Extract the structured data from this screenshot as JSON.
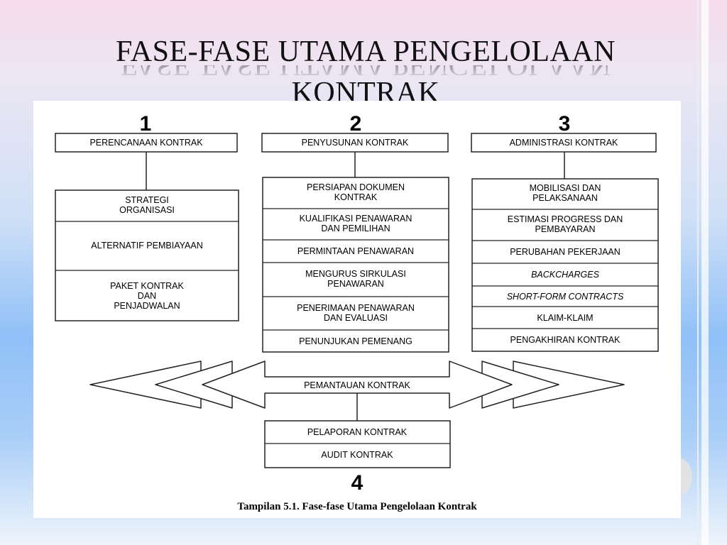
{
  "slide": {
    "title_line1": "FASE-FASE UTAMA PENGELOLAAN",
    "title_line2": "KONTRAK"
  },
  "diagram": {
    "phase1": {
      "number": "1",
      "header": "PERENCANAAN KONTRAK",
      "items": [
        [
          "STRATEGI",
          "ORGANISASI"
        ],
        [
          "ALTERNATIF PEMBIAYAAN"
        ],
        [
          "PAKET KONTRAK",
          "DAN",
          "PENJADWALAN"
        ]
      ]
    },
    "phase2": {
      "number": "2",
      "header": "PENYUSUNAN KONTRAK",
      "items": [
        [
          "PERSIAPAN DOKUMEN",
          "KONTRAK"
        ],
        [
          "KUALIFIKASI PENAWARAN",
          "DAN PEMILIHAN"
        ],
        [
          "PERMINTAAN PENAWARAN"
        ],
        [
          "MENGURUS SIRKULASI",
          "PENAWARAN"
        ],
        [
          "PENERIMAAN PENAWARAN",
          "DAN EVALUASI"
        ],
        [
          "PENUNJUKAN PEMENANG"
        ]
      ]
    },
    "phase3": {
      "number": "3",
      "header": "ADMINISTRASI KONTRAK",
      "items": [
        [
          "MOBILISASI DAN",
          "PELAKSANAAN"
        ],
        [
          "ESTIMASI PROGRESS DAN",
          "PEMBAYARAN"
        ],
        [
          "PERUBAHAN PEKERJAAN"
        ],
        [
          "BACKCHARGES"
        ],
        [
          "SHORT-FORM CONTRACTS"
        ],
        [
          "KLAIM-KLAIM"
        ],
        [
          "PENGAKHIRAN KONTRAK"
        ]
      ]
    },
    "monitoring": "PEMANTAUAN KONTRAK",
    "phase4": {
      "number": "4",
      "items": [
        "PELAPORAN KONTRAK",
        "AUDIT KONTRAK"
      ]
    },
    "caption": "Tampilan 5.1. Fase-fase Utama Pengelolaan Kontrak"
  }
}
